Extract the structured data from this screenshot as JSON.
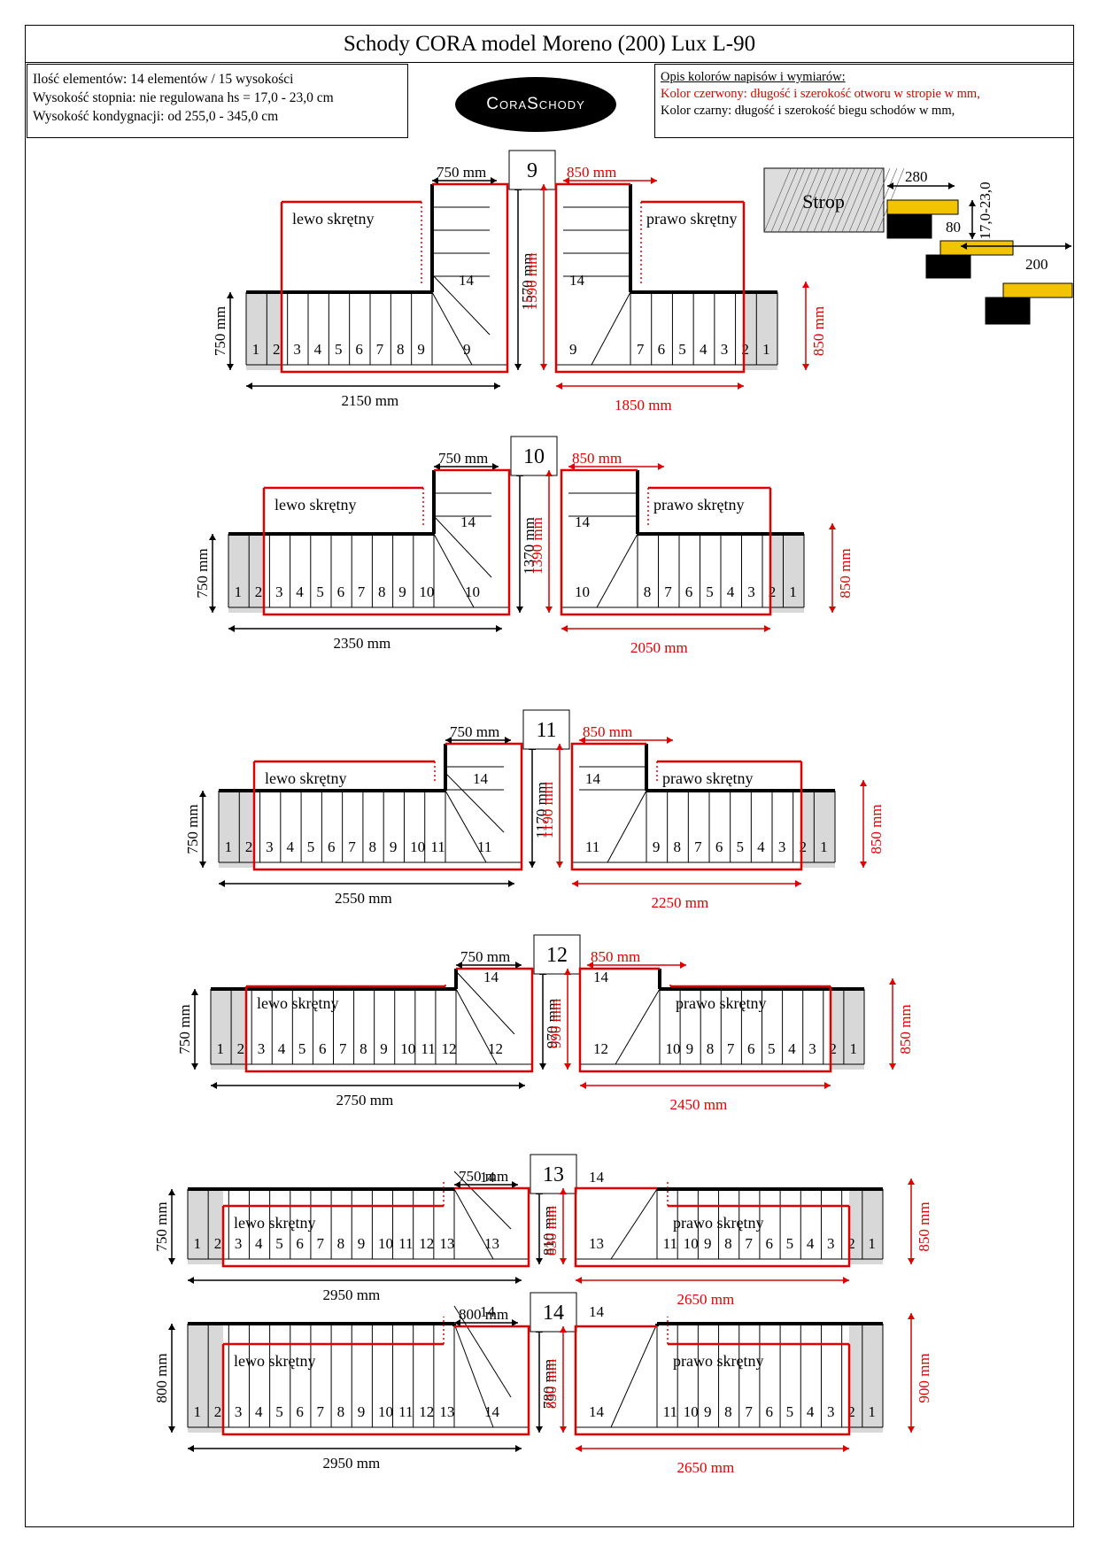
{
  "title": "Schody CORA model Moreno (200) Lux L-90",
  "info": {
    "line1": "Ilość elementów: 14 elementów / 15 wysokości",
    "line2": "Wysokość stopnia: nie regulowana  hs = 17,0 - 23,0 cm",
    "line3": "Wysokość kondygnacji: od 255,0 - 345,0 cm"
  },
  "legend": {
    "header": "Opis kolorów napisów i wymiarów:",
    "red_line": "Kolor czerwony: długość i szerokość otworu w stropie w mm,",
    "black_line": "Kolor czarny: długość i szerokość biegu schodów w mm,"
  },
  "logo": "CoraSchody",
  "detail": {
    "strop": "Strop",
    "d280": "280",
    "d80": "80",
    "d200": "200",
    "height": "17,0-23,0"
  },
  "labels": {
    "left": "lewo skrętny",
    "right": "prawo skrętny"
  },
  "colors": {
    "red": "#e00000",
    "black": "#000000",
    "gray": "#d8d8d8",
    "yellow": "#f2c300"
  },
  "configs": [
    {
      "id": "9",
      "left_top": "750 mm",
      "left_side": "1570 mm",
      "left_stair": "750 mm",
      "left_length": "2150 mm",
      "right_top": "850 mm",
      "right_side": "1590 mm",
      "right_stair": "850 mm",
      "right_length": "1850 mm"
    },
    {
      "id": "10",
      "left_top": "750 mm",
      "left_side": "1370 mm",
      "left_stair": "750 mm",
      "left_length": "2350 mm",
      "right_top": "850 mm",
      "right_side": "1390 mm",
      "right_stair": "850 mm",
      "right_length": "2050 mm"
    },
    {
      "id": "11",
      "left_top": "750 mm",
      "left_side": "1170 mm",
      "left_stair": "750 mm",
      "left_length": "2550 mm",
      "right_top": "850 mm",
      "right_side": "1190 mm",
      "right_stair": "850 mm",
      "right_length": "2250 mm"
    },
    {
      "id": "12",
      "left_top": "750 mm",
      "left_side": "970 mm",
      "left_stair": "750 mm",
      "left_length": "2750 mm",
      "right_top": "850 mm",
      "right_side": "990 mm",
      "right_stair": "850 mm",
      "right_length": "2450 mm"
    },
    {
      "id": "13",
      "left_top": "750 mm",
      "left_side": "810 mm",
      "left_stair": "750 mm",
      "left_length": "2950 mm",
      "right_top": "",
      "right_side": "830 mm",
      "right_stair": "850 mm",
      "right_length": "2650 mm"
    },
    {
      "id": "14",
      "left_top": "800 mm",
      "left_side": "780 mm",
      "left_stair": "800 mm",
      "left_length": "2950 mm",
      "right_top": "",
      "right_side": "830 mm",
      "right_stair": "900 mm",
      "right_length": "2650 mm"
    }
  ]
}
